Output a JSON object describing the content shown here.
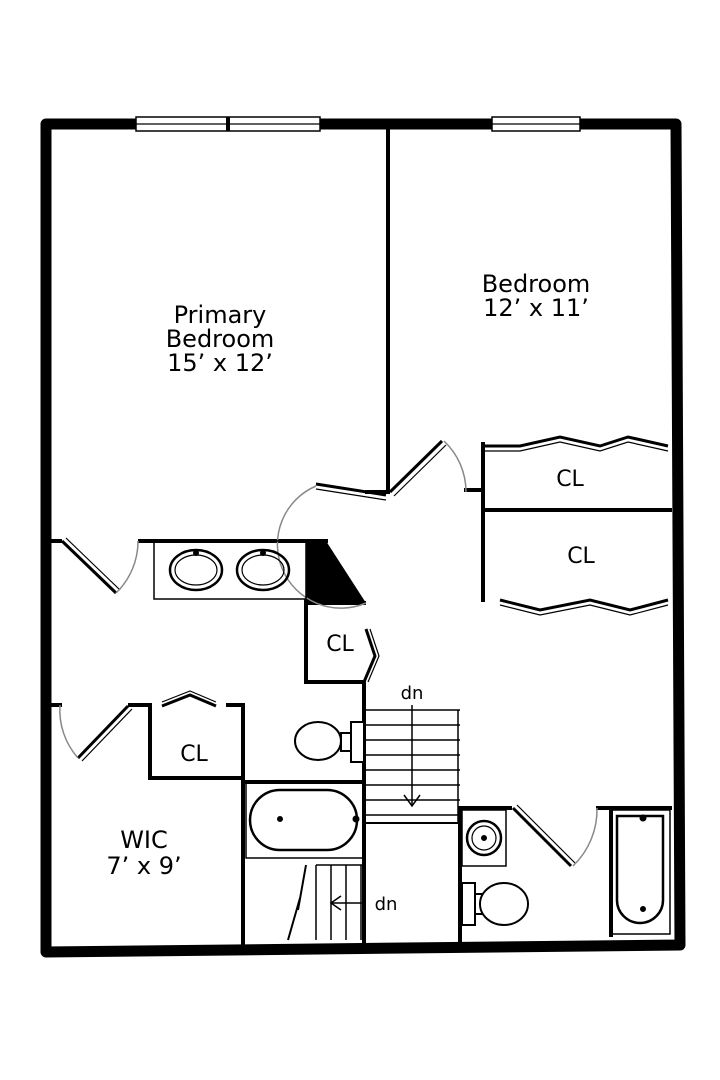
{
  "rooms": {
    "primary_bedroom": {
      "name_line1": "Primary",
      "name_line2": "Bedroom",
      "size": "15’ x 12’"
    },
    "bedroom": {
      "name": "Bedroom",
      "size": "12’ x 11’"
    },
    "wic": {
      "name": "WIC",
      "size": "7’ x 9’"
    }
  },
  "closets": {
    "cl_1": "CL",
    "cl_2": "CL",
    "cl_3": "CL",
    "cl_4": "CL"
  },
  "stairs": {
    "main_label": "dn",
    "lower_label": "dn"
  },
  "colors": {
    "wall": "#000000",
    "background": "#ffffff",
    "door_swing": "#888888"
  }
}
